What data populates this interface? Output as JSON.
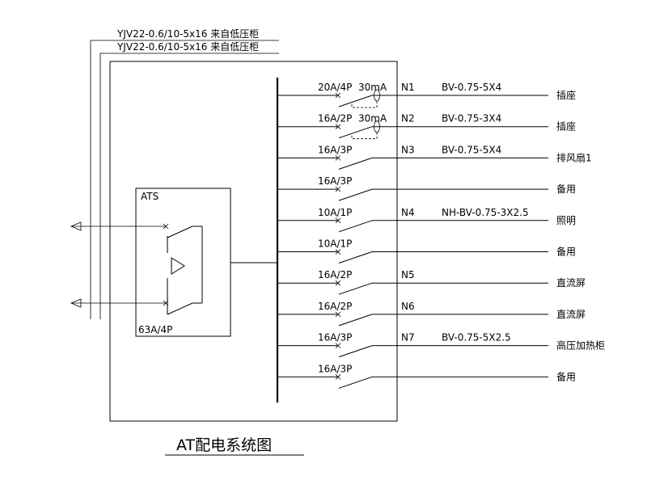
{
  "incoming": [
    {
      "cable": "YJV22-0.6/10-5x16 来自低压柜"
    },
    {
      "cable": "YJV22-0.6/10-5x16 来自低压柜"
    }
  ],
  "ats": {
    "label": "ATS",
    "rating": "63A/4P"
  },
  "branches": [
    {
      "rating": "20A/4P",
      "rcd": "30mA",
      "circuit": "N1",
      "cable": "BV-0.75-5X4",
      "load": "插座"
    },
    {
      "rating": "16A/2P",
      "rcd": "30mA",
      "circuit": "N2",
      "cable": "BV-0.75-3X4",
      "load": "插座"
    },
    {
      "rating": "16A/3P",
      "rcd": "",
      "circuit": "N3",
      "cable": "BV-0.75-5X4",
      "load": "排风扇1"
    },
    {
      "rating": "16A/3P",
      "rcd": "",
      "circuit": "",
      "cable": "",
      "load": "备用"
    },
    {
      "rating": "10A/1P",
      "rcd": "",
      "circuit": "N4",
      "cable": "NH-BV-0.75-3X2.5",
      "load": "照明"
    },
    {
      "rating": "10A/1P",
      "rcd": "",
      "circuit": "",
      "cable": "",
      "load": "备用"
    },
    {
      "rating": "16A/2P",
      "rcd": "",
      "circuit": "N5",
      "cable": "",
      "load": "直流屏"
    },
    {
      "rating": "16A/2P",
      "rcd": "",
      "circuit": "N6",
      "cable": "",
      "load": "直流屏"
    },
    {
      "rating": "16A/3P",
      "rcd": "",
      "circuit": "N7",
      "cable": "BV-0.75-5X2.5",
      "load": "高压加热柜"
    },
    {
      "rating": "16A/3P",
      "rcd": "",
      "circuit": "",
      "cable": "",
      "load": "备用"
    }
  ],
  "title": "AT配电系统图"
}
